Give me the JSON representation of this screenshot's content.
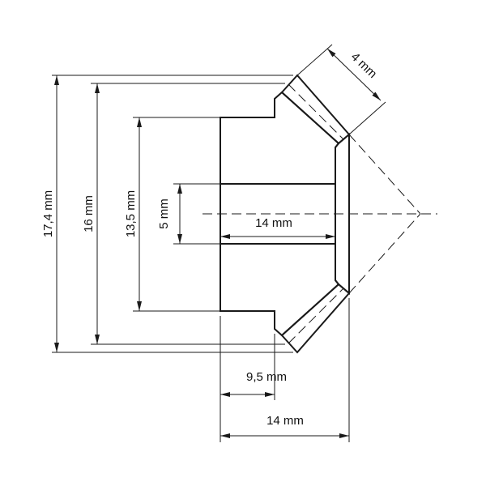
{
  "title": "Bevel gear dimension drawing",
  "colors": {
    "body_fill": "#e8e8e8",
    "line": "#1a1a1a"
  },
  "dimensions": {
    "outer_diameter": "17,4 mm",
    "pitch_diameter": "16 mm",
    "hub_diameter": "13,5 mm",
    "bore_diameter": "5 mm",
    "bore_length": "14 mm",
    "hub_length": "9,5 mm",
    "total_length": "14 mm",
    "face_width": "4 mm"
  }
}
